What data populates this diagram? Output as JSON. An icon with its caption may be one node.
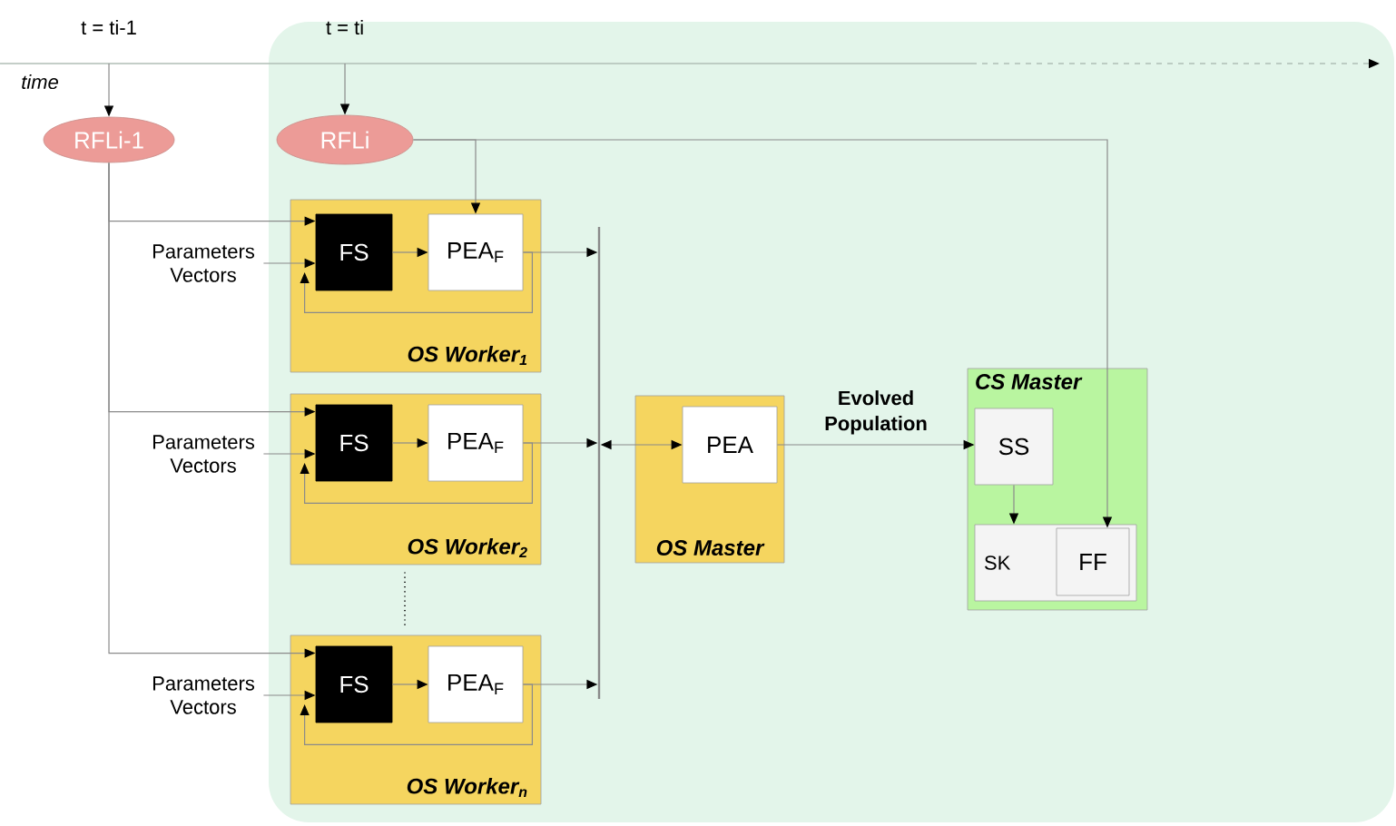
{
  "diagram": {
    "nodes": [
      {
        "text": [
          "RFLi-1"
        ]
      },
      {
        "text": [
          "RFLi"
        ]
      },
      {
        "text": [
          "OS Worker$_{1}$"
        ]
      },
      {
        "text": [
          "FS"
        ],
        "in": 2
      },
      {
        "text": [
          "PEA$_{F}$"
        ],
        "in": 2
      },
      {
        "text": [
          "OS Worker$_{2}$"
        ]
      },
      {
        "text": [
          "FS"
        ],
        "in": 5
      },
      {
        "text": [
          "PEA$_{F}$"
        ],
        "in": 5
      },
      {
        "text": [
          "OS Worker$_{n}$"
        ]
      },
      {
        "text": [
          "FS"
        ],
        "in": 8
      },
      {
        "text": [
          "PEA$_{F}$"
        ],
        "in": 8
      },
      {
        "text": [
          "OS Master"
        ]
      },
      {
        "text": [
          "PEA"
        ],
        "in": 11
      },
      {
        "text": [
          "CS Master"
        ]
      },
      {
        "text": [
          "SS"
        ],
        "in": 13
      },
      {
        "text": [
          "SK"
        ],
        "in": 13
      },
      {
        "text": [
          "FF"
        ],
        "in": 15
      },
      {
        "text": [
          "Parameters Vectors"
        ]
      },
      {
        "text": [
          "Parameters Vectors"
        ]
      },
      {
        "text": [
          "Parameters Vectors"
        ]
      },
      {
        "text": [],
        "shape": "bar"
      }
    ],
    "edges": [
      {
        "from": null,
        "to": 0,
        "arrow": "to"
      },
      {
        "from": null,
        "to": 1,
        "arrow": "to"
      },
      {
        "from": 0,
        "to": 3,
        "arrow": "to"
      },
      {
        "from": 0,
        "to": 6,
        "arrow": "to"
      },
      {
        "from": 0,
        "to": 9,
        "arrow": "to"
      },
      {
        "from": 17,
        "to": 3,
        "arrow": "to"
      },
      {
        "from": 18,
        "to": 6,
        "arrow": "to"
      },
      {
        "from": 19,
        "to": 9,
        "arrow": "to"
      },
      {
        "from": 3,
        "to": 4,
        "arrow": "to"
      },
      {
        "from": 6,
        "to": 7,
        "arrow": "to"
      },
      {
        "from": 9,
        "to": 10,
        "arrow": "to"
      },
      {
        "from": 4,
        "to": 3,
        "arrow": "to"
      },
      {
        "from": 7,
        "to": 6,
        "arrow": "to"
      },
      {
        "from": 10,
        "to": 9,
        "arrow": "to"
      },
      {
        "from": 1,
        "to": 4,
        "arrow": "to"
      },
      {
        "from": 1,
        "to": 16,
        "arrow": "to"
      },
      {
        "from": 4,
        "to": 20,
        "arrow": "to"
      },
      {
        "from": 7,
        "to": 20,
        "arrow": "to"
      },
      {
        "from": 10,
        "to": 20,
        "arrow": "to"
      },
      {
        "from": 20,
        "to": 12,
        "arrow": "both"
      },
      {
        "from": 12,
        "to": 14,
        "arrow": "to",
        "label": "Evolved Population"
      },
      {
        "from": 14,
        "to": 15,
        "arrow": "to"
      },
      {
        "from": 5,
        "to": 8,
        "arrow": "none",
        "style": "dashed",
        "color": "#000000"
      }
    ],
    "labels": [
      "t = ti-1",
      "t = ti",
      "time"
    ]
  }
}
